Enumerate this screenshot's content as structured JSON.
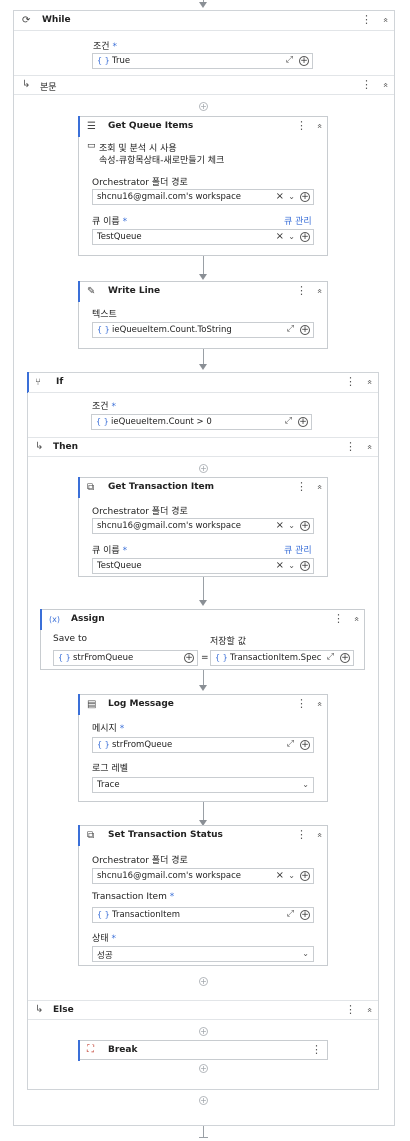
{
  "while": {
    "title": "While",
    "cond_label": "조건",
    "req": "*",
    "cond_value": "True"
  },
  "body": {
    "title": "본문"
  },
  "get_queue": {
    "title": "Get Queue Items",
    "note1": "조회 및 분석 시 사용",
    "note2": "속성-큐항목상태-새로만들기 체크",
    "folder_label": "Orchestrator 폴더 경로",
    "folder_value": "shcnu16@gmail.com's workspace",
    "queue_label": "큐 이름",
    "queue_link": "큐 관리",
    "queue_value": "TestQueue"
  },
  "write_line": {
    "title": "Write Line",
    "text_label": "텍스트",
    "text_value": "ieQueueItem.Count.ToString"
  },
  "if": {
    "title": "If",
    "cond_label": "조건",
    "cond_value": "ieQueueItem.Count > 0",
    "then": "Then",
    "else": "Else"
  },
  "get_tx": {
    "title": "Get Transaction Item",
    "folder_label": "Orchestrator 폴더 경로",
    "folder_value": "shcnu16@gmail.com's workspace",
    "queue_label": "큐 이름",
    "queue_link": "큐 관리",
    "queue_value": "TestQueue"
  },
  "assign": {
    "title": "Assign",
    "save_label": "Save to",
    "value_label": "저장할 값",
    "save_value": "strFromQueue",
    "equals": "=",
    "value_value": "TransactionItem.Speci"
  },
  "log": {
    "title": "Log Message",
    "msg_label": "메시지",
    "msg_value": "strFromQueue",
    "level_label": "로그 레벨",
    "level_value": "Trace"
  },
  "set_tx": {
    "title": "Set Transaction Status",
    "folder_label": "Orchestrator 폴더 경로",
    "folder_value": "shcnu16@gmail.com's workspace",
    "item_label": "Transaction Item",
    "item_value": "TransactionItem",
    "status_label": "상태",
    "status_value": "성공"
  },
  "break": {
    "title": "Break"
  },
  "glyphs": {
    "kebab": "⋮",
    "collapse": "«",
    "fx": "{ }",
    "plus": "+",
    "x": "×",
    "chev": "⌄",
    "expand": "⤢",
    "branch": "↳"
  },
  "colors": {
    "accent": "#3a6fd8",
    "border": "#c8ccd0"
  }
}
